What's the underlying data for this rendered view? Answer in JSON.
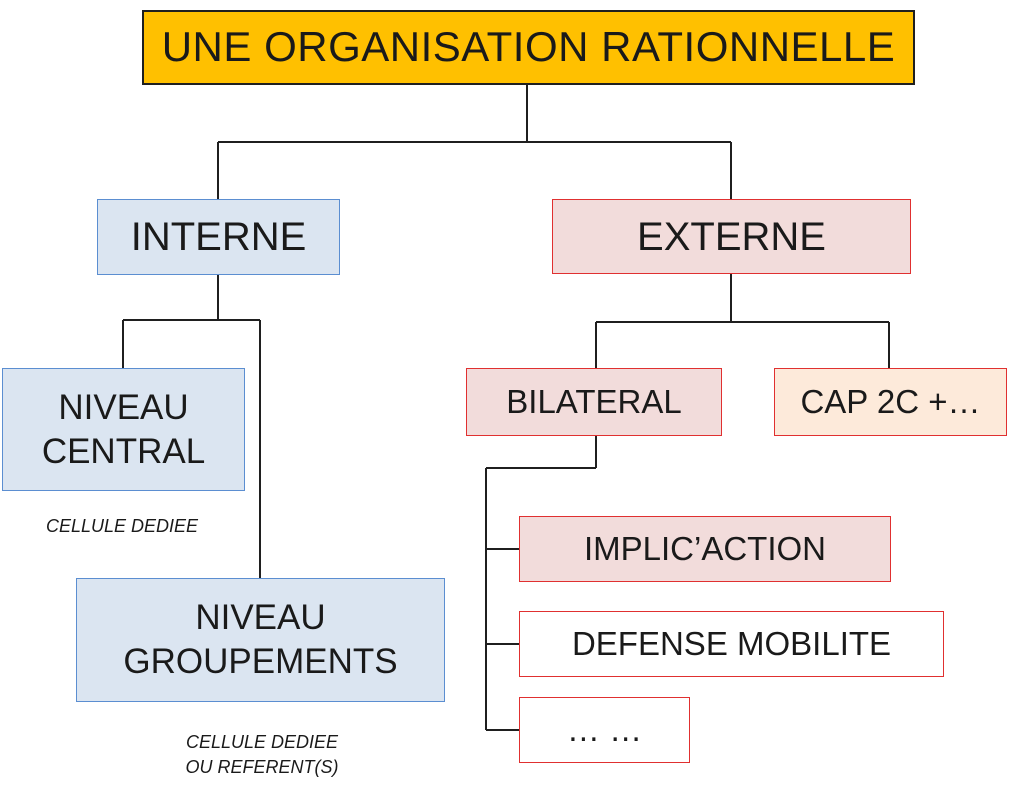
{
  "title": "UNE ORGANISATION RATIONNELLE",
  "interne": {
    "label": "INTERNE",
    "niveau_central": {
      "line1": "NIVEAU",
      "line2": "CENTRAL",
      "note": "CELLULE DEDIEE"
    },
    "niveau_groupements": {
      "line1": "NIVEAU",
      "line2": "GROUPEMENTS",
      "note_line1": "CELLULE DEDIEE",
      "note_line2": "OU REFERENT(S)"
    }
  },
  "externe": {
    "label": "EXTERNE",
    "bilateral": {
      "label": "BILATERAL",
      "items": [
        "IMPLIC’ACTION",
        "DEFENSE MOBILITE",
        "… …"
      ]
    },
    "cap2c": {
      "label": "CAP 2C +…"
    }
  },
  "colors": {
    "title_fill": "#ffc000",
    "interne_fill": "#dbe5f1",
    "interne_border": "#5b8ed1",
    "externe_fill": "#f2dcdb",
    "externe_border": "#e03030",
    "cap2c_fill": "#fdeada",
    "connector": "#1f1f1f"
  }
}
